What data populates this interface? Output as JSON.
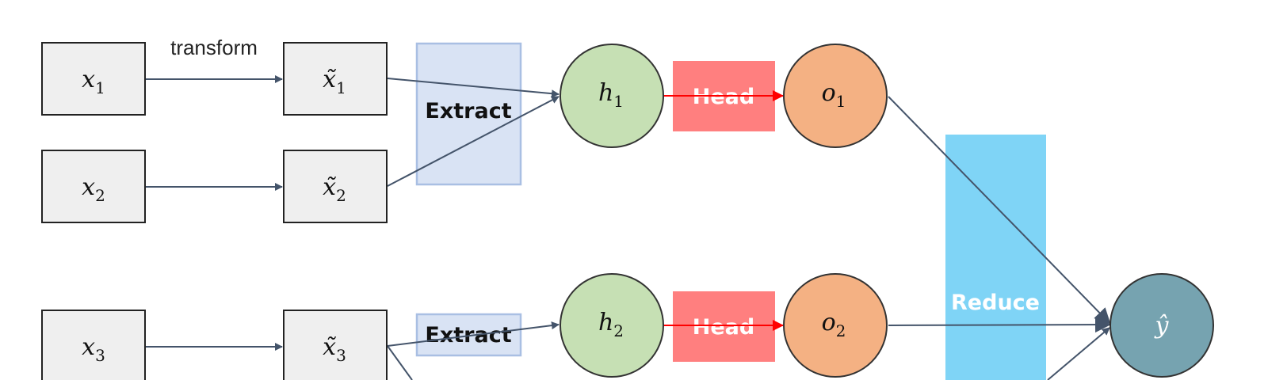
{
  "edge_label": "transform",
  "inputs": [
    {
      "base": "x",
      "sub": "1"
    },
    {
      "base": "x",
      "sub": "2"
    },
    {
      "base": "x",
      "sub": "3"
    }
  ],
  "transformed": [
    {
      "base": "x̃",
      "sub": "1"
    },
    {
      "base": "x̃",
      "sub": "2"
    },
    {
      "base": "x̃",
      "sub": "3"
    }
  ],
  "extract_label": "Extract",
  "hidden": [
    {
      "base": "h",
      "sub": "1"
    },
    {
      "base": "h",
      "sub": "2"
    }
  ],
  "head_label": "Head",
  "outputs": [
    {
      "base": "o",
      "sub": "1"
    },
    {
      "base": "o",
      "sub": "2"
    }
  ],
  "reduce_label": "Reduce",
  "final": {
    "base": "ŷ"
  },
  "colors": {
    "box_fill": "#efefef",
    "box_stroke": "#222222",
    "extract_fill": "#d9e3f4",
    "extract_stroke": "#a9bfe3",
    "hidden_fill": "#c6e0b4",
    "head_fill": "#ff7f7f",
    "head_arrow": "#ff0000",
    "output_fill": "#f4b183",
    "reduce_fill": "#7fd4f6",
    "final_fill": "#76a3b0",
    "edge": "#44546a"
  }
}
